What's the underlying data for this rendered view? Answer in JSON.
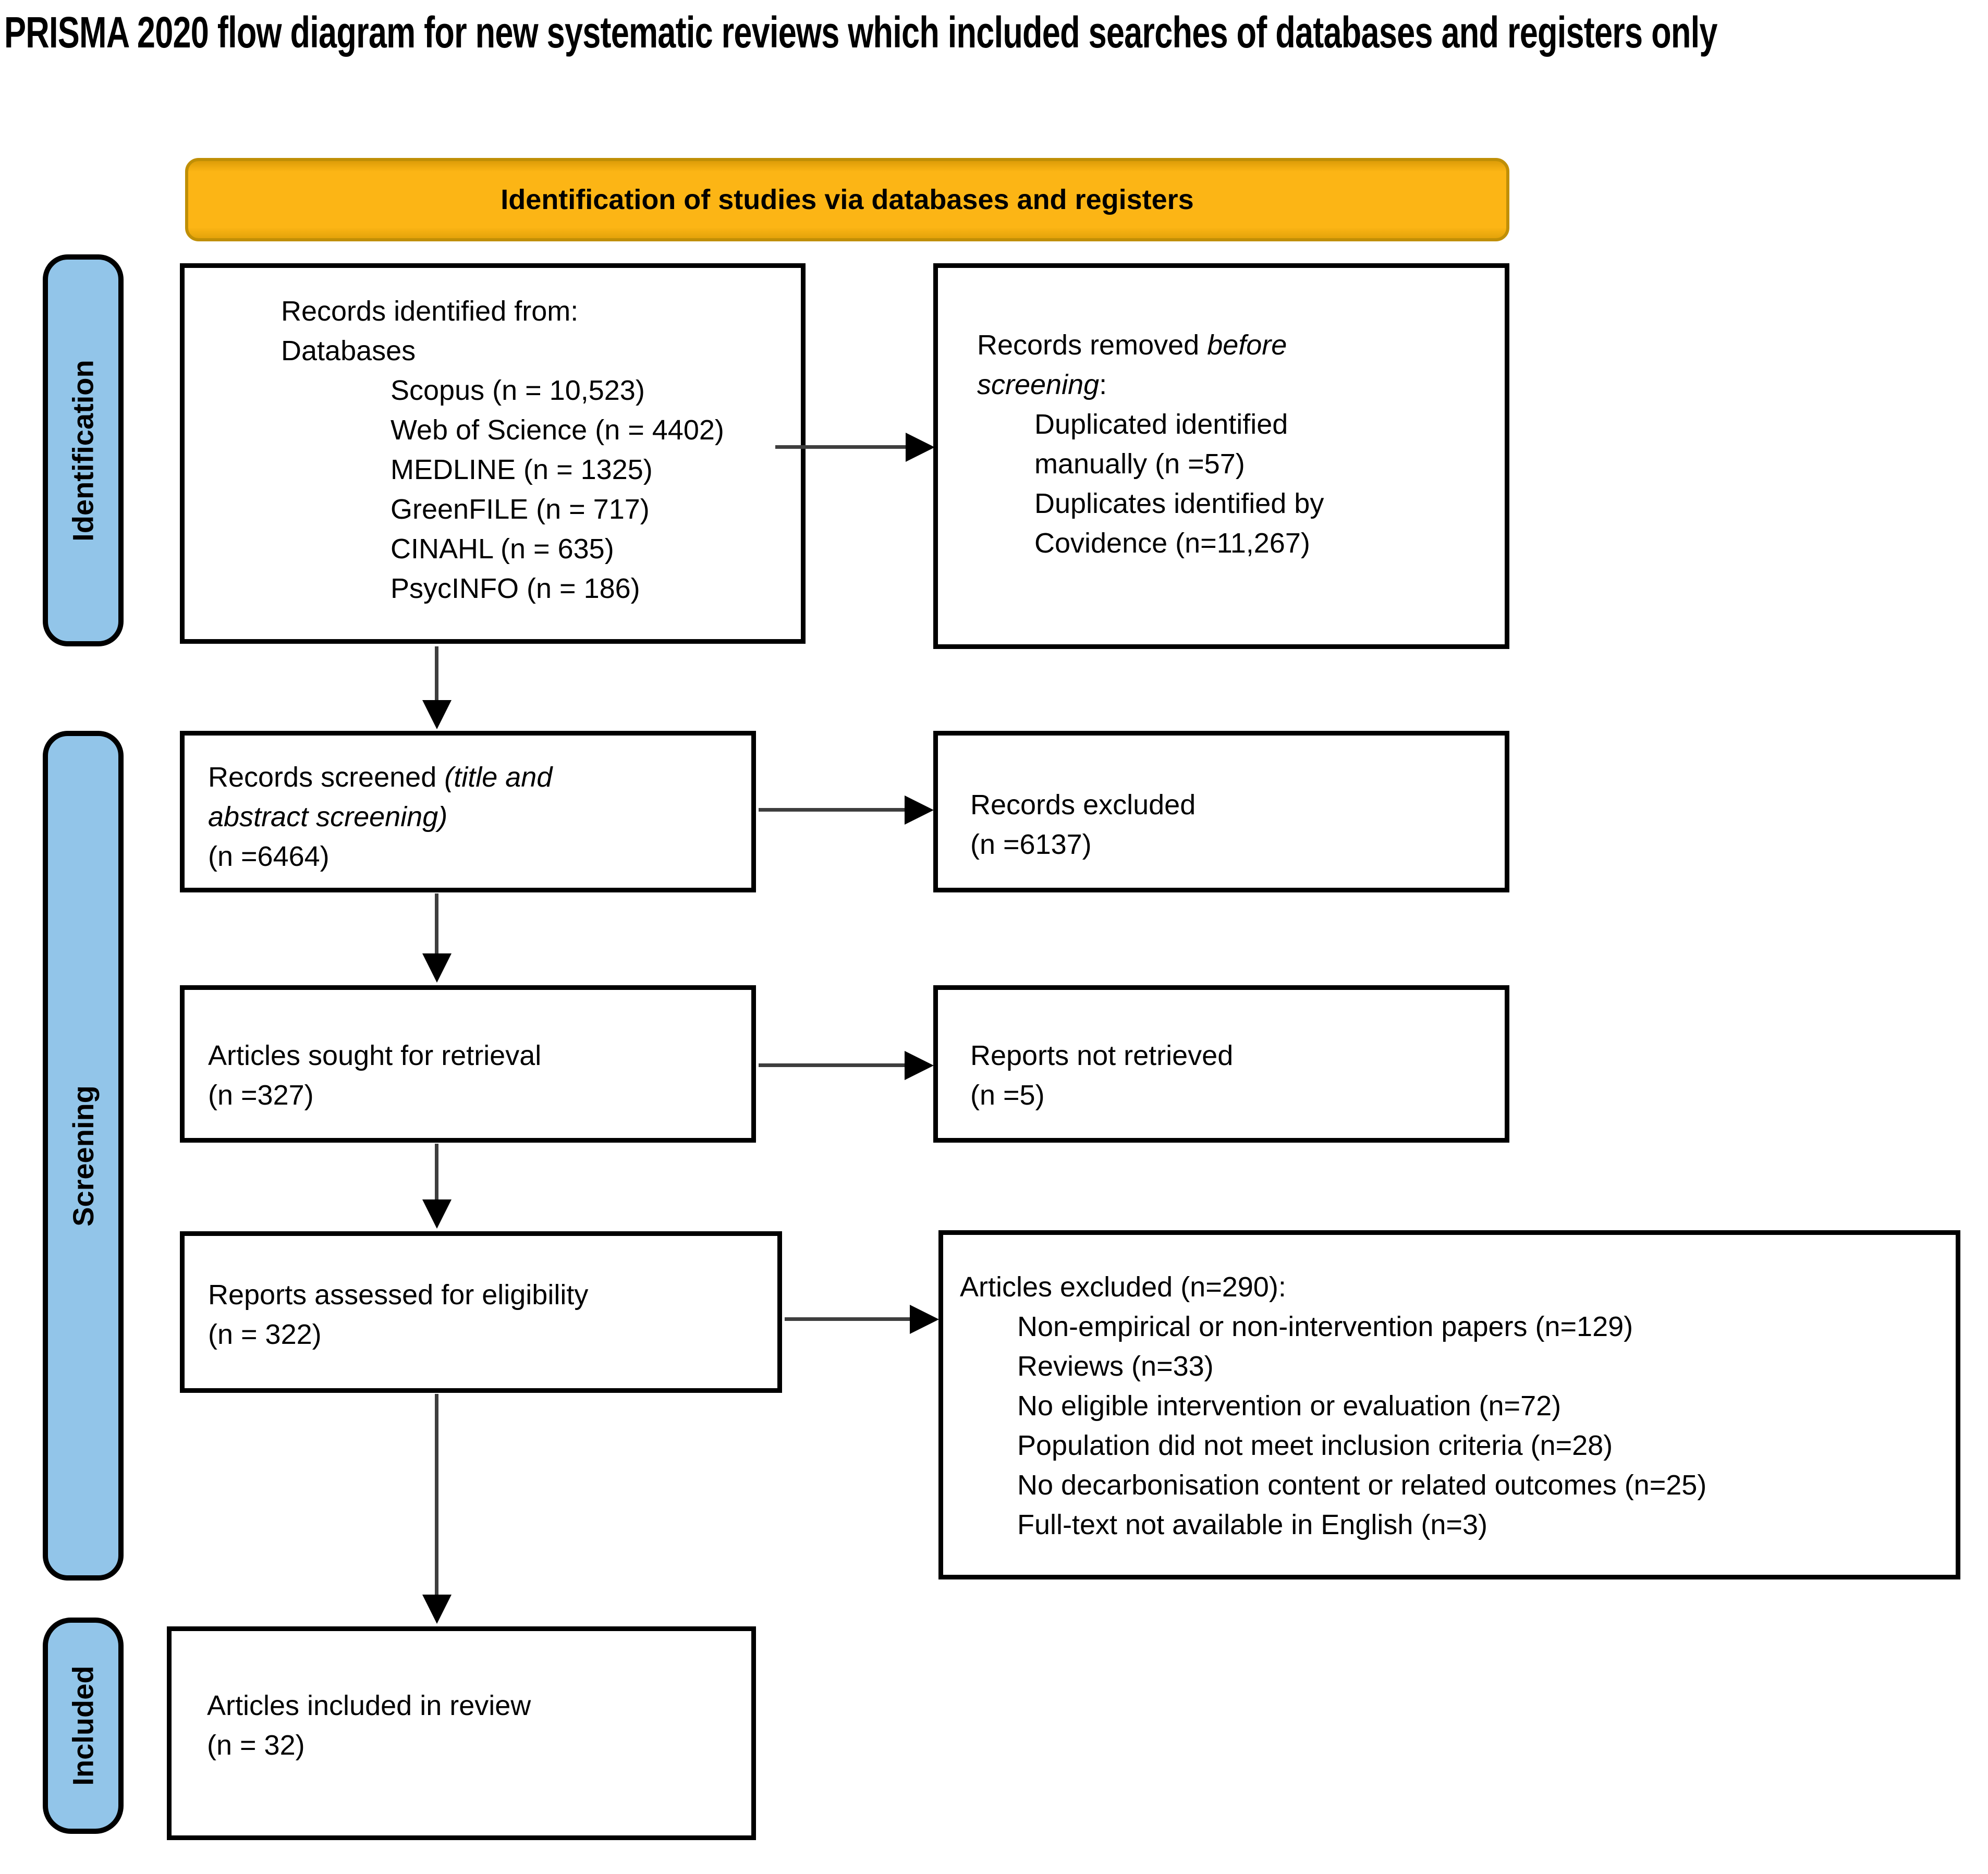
{
  "title": "PRISMA 2020 flow diagram for new systematic reviews which included searches of databases and registers only",
  "banner": {
    "label": "Identification of studies via databases and registers"
  },
  "colors": {
    "banner_fill": "#FCB515",
    "banner_border": "#C08F06",
    "stage_fill": "#92C5E9",
    "box_border": "#000000",
    "arrow_shaft": "#3E3E3E",
    "arrow_head": "#000000",
    "text": "#000000"
  },
  "stages": [
    {
      "id": "identification",
      "label": "Identification"
    },
    {
      "id": "screening",
      "label": "Screening"
    },
    {
      "id": "included",
      "label": "Included"
    }
  ],
  "boxes": {
    "records_identified": {
      "lines": [
        {
          "indent": false,
          "segments": [
            {
              "text": "Records identified from:"
            }
          ]
        },
        {
          "indent": false,
          "segments": [
            {
              "text": "Databases"
            }
          ]
        },
        {
          "indent": true,
          "segments": [
            {
              "text": "Scopus (n = 10,523)"
            }
          ]
        },
        {
          "indent": true,
          "segments": [
            {
              "text": "Web of Science (n = 4402)"
            }
          ]
        },
        {
          "indent": true,
          "segments": [
            {
              "text": "MEDLINE (n = 1325)"
            }
          ]
        },
        {
          "indent": true,
          "segments": [
            {
              "text": "GreenFILE (n = 717)"
            }
          ]
        },
        {
          "indent": true,
          "segments": [
            {
              "text": "CINAHL (n = 635)"
            }
          ]
        },
        {
          "indent": true,
          "segments": [
            {
              "text": "PsycINFO (n = 186)"
            }
          ]
        }
      ]
    },
    "records_removed": {
      "lines": [
        {
          "indent": false,
          "segments": [
            {
              "text": "Records removed "
            },
            {
              "text": "before",
              "italic": true
            }
          ]
        },
        {
          "indent": false,
          "segments": [
            {
              "text": "screening",
              "italic": true
            },
            {
              "text": ":"
            }
          ]
        },
        {
          "indent": true,
          "segments": [
            {
              "text": "Duplicated identified"
            }
          ]
        },
        {
          "indent": true,
          "segments": [
            {
              "text": "manually (n =57)"
            }
          ]
        },
        {
          "indent": true,
          "segments": [
            {
              "text": "Duplicates identified by"
            }
          ]
        },
        {
          "indent": true,
          "segments": [
            {
              "text": "Covidence (n=11,267)"
            }
          ]
        }
      ]
    },
    "records_screened": {
      "lines": [
        {
          "indent": false,
          "segments": [
            {
              "text": "Records screened "
            },
            {
              "text": "(title and",
              "italic": true
            }
          ]
        },
        {
          "indent": false,
          "segments": [
            {
              "text": "abstract screening)",
              "italic": true
            }
          ]
        },
        {
          "indent": false,
          "segments": [
            {
              "text": "(n =6464)"
            }
          ]
        }
      ]
    },
    "records_excluded": {
      "lines": [
        {
          "indent": false,
          "segments": [
            {
              "text": "Records excluded"
            }
          ]
        },
        {
          "indent": false,
          "segments": [
            {
              "text": "(n =6137)"
            }
          ]
        }
      ]
    },
    "articles_sought": {
      "lines": [
        {
          "indent": false,
          "segments": [
            {
              "text": "Articles sought for retrieval"
            }
          ]
        },
        {
          "indent": false,
          "segments": [
            {
              "text": "(n =327)"
            }
          ]
        }
      ]
    },
    "reports_not_retrieved": {
      "lines": [
        {
          "indent": false,
          "segments": [
            {
              "text": "Reports not retrieved"
            }
          ]
        },
        {
          "indent": false,
          "segments": [
            {
              "text": "(n =5)"
            }
          ]
        }
      ]
    },
    "reports_assessed": {
      "lines": [
        {
          "indent": false,
          "segments": [
            {
              "text": "Reports assessed for eligibility"
            }
          ]
        },
        {
          "indent": false,
          "segments": [
            {
              "text": "(n = 322)"
            }
          ]
        }
      ]
    },
    "articles_excluded": {
      "lines": [
        {
          "indent": false,
          "segments": [
            {
              "text": "Articles excluded (n=290):"
            }
          ]
        },
        {
          "indent": true,
          "segments": [
            {
              "text": "Non-empirical or non-intervention papers (n=129)"
            }
          ]
        },
        {
          "indent": true,
          "segments": [
            {
              "text": "Reviews (n=33)"
            }
          ]
        },
        {
          "indent": true,
          "segments": [
            {
              "text": "No eligible intervention or evaluation (n=72)"
            }
          ]
        },
        {
          "indent": true,
          "segments": [
            {
              "text": "Population did not meet inclusion criteria (n=28)"
            }
          ]
        },
        {
          "indent": true,
          "segments": [
            {
              "text": "No decarbonisation content or related outcomes (n=25)"
            }
          ]
        },
        {
          "indent": true,
          "segments": [
            {
              "text": "Full-text not available in English (n=3)"
            }
          ]
        }
      ]
    },
    "articles_included": {
      "lines": [
        {
          "indent": false,
          "segments": [
            {
              "text": "Articles included in review"
            }
          ]
        },
        {
          "indent": false,
          "segments": [
            {
              "text": "(n = 32)"
            }
          ]
        }
      ]
    }
  }
}
